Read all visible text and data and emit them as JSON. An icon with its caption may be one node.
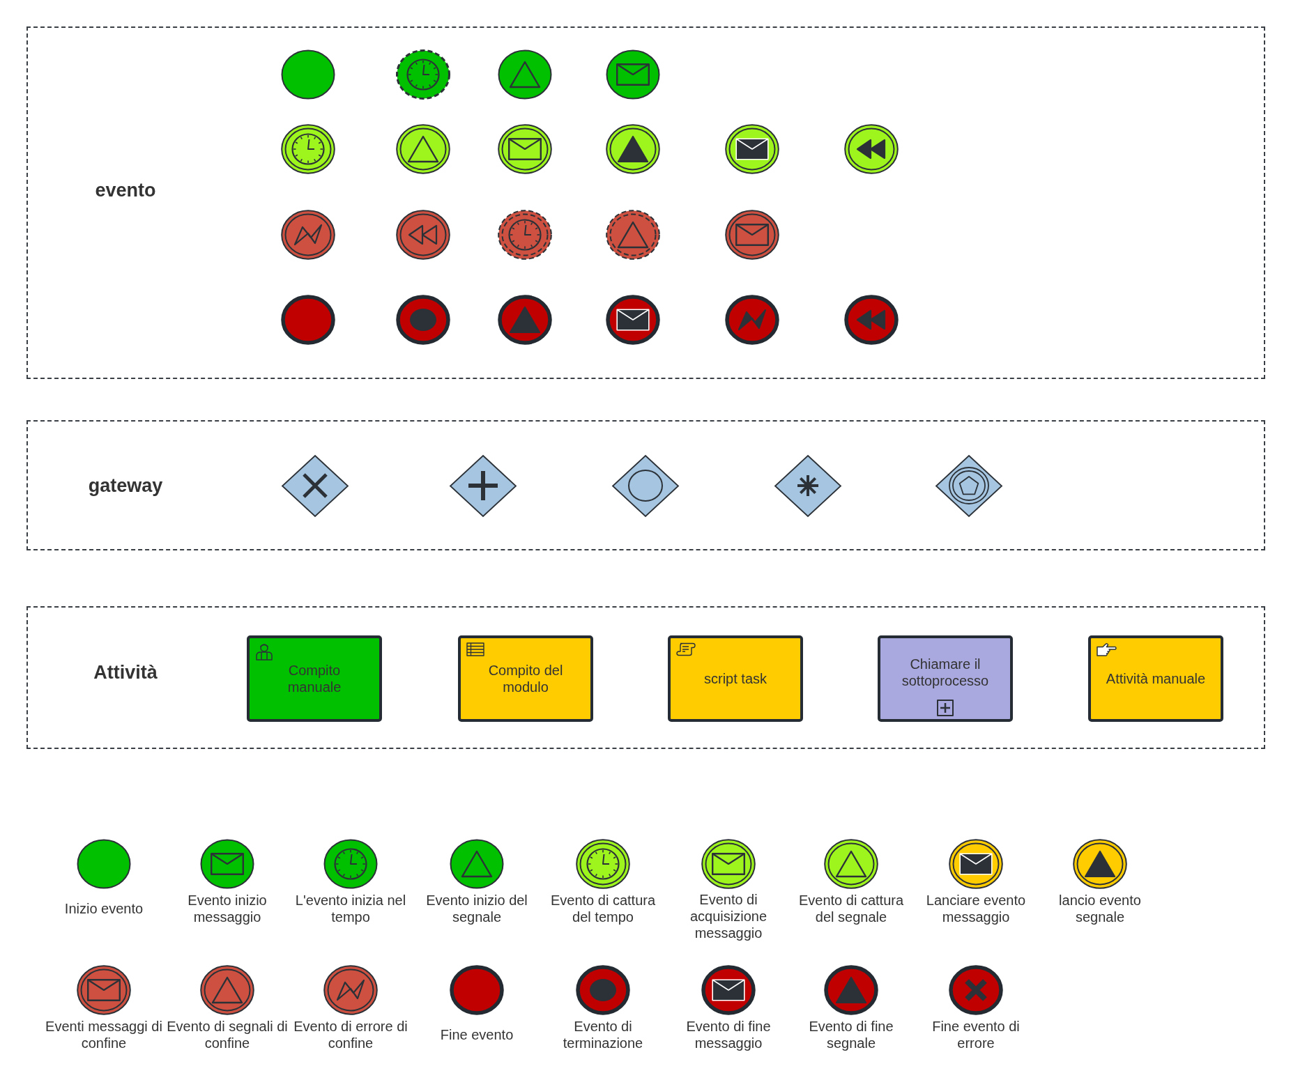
{
  "diagram": {
    "nodes": [
      {
        "text": [
          "evento"
        ]
      },
      {
        "text": [],
        "shape": "circle",
        "in": 0
      },
      {
        "text": [],
        "shape": "circle",
        "in": 0
      },
      {
        "text": [],
        "shape": "circle",
        "in": 0
      },
      {
        "text": [],
        "shape": "circle",
        "in": 0
      },
      {
        "text": [],
        "shape": "circle",
        "in": 0
      },
      {
        "text": [],
        "shape": "circle",
        "in": 0
      },
      {
        "text": [],
        "shape": "circle",
        "in": 0
      },
      {
        "text": [],
        "shape": "circle",
        "in": 0
      },
      {
        "text": [],
        "shape": "circle",
        "in": 0
      },
      {
        "text": [],
        "shape": "circle",
        "in": 0
      },
      {
        "text": [],
        "shape": "circle",
        "in": 0
      },
      {
        "text": [],
        "shape": "circle",
        "in": 0
      },
      {
        "text": [],
        "shape": "circle",
        "in": 0
      },
      {
        "text": [],
        "shape": "circle",
        "in": 0
      },
      {
        "text": [],
        "shape": "circle",
        "in": 0
      },
      {
        "text": [],
        "shape": "circle",
        "in": 0
      },
      {
        "text": [],
        "shape": "circle",
        "in": 0
      },
      {
        "text": [],
        "shape": "circle",
        "in": 0
      },
      {
        "text": [],
        "shape": "circle",
        "in": 0
      },
      {
        "text": [],
        "shape": "circle",
        "in": 0
      },
      {
        "text": [],
        "shape": "circle",
        "in": 0
      },
      {
        "text": [
          "gateway"
        ]
      },
      {
        "text": [],
        "shape": "diamond",
        "in": 22
      },
      {
        "text": [],
        "shape": "diamond",
        "in": 22
      },
      {
        "text": [],
        "shape": "diamond",
        "in": 22
      },
      {
        "text": [],
        "shape": "diamond",
        "in": 22
      },
      {
        "text": [],
        "shape": "diamond",
        "in": 22
      },
      {
        "text": [
          "Attività"
        ]
      },
      {
        "text": [
          "Compito manuale"
        ],
        "in": 28
      },
      {
        "text": [
          "Compito del modulo"
        ],
        "in": 28
      },
      {
        "text": [
          "script task"
        ],
        "in": 28
      },
      {
        "text": [
          "Chiamare il sottoprocesso"
        ],
        "in": 28
      },
      {
        "text": [
          "Attività manuale"
        ],
        "in": 28
      },
      {
        "text": [],
        "shape": "circle",
        "beside": [
          "Inizio evento"
        ]
      },
      {
        "text": [],
        "shape": "circle",
        "beside": [
          "Evento inizio messaggio"
        ]
      },
      {
        "text": [],
        "shape": "circle",
        "beside": [
          "L'evento inizia nel tempo"
        ]
      },
      {
        "text": [],
        "shape": "circle",
        "beside": [
          "Evento inizio del segnale"
        ]
      },
      {
        "text": [],
        "shape": "circle",
        "beside": [
          "Evento di cattura del tempo"
        ]
      },
      {
        "text": [],
        "shape": "circle",
        "beside": [
          "Evento di acquisizione messaggio"
        ]
      },
      {
        "text": [],
        "shape": "circle",
        "beside": [
          "Evento di cattura del segnale"
        ]
      },
      {
        "text": [],
        "shape": "circle",
        "beside": [
          "Lanciare evento messaggio"
        ]
      },
      {
        "text": [],
        "shape": "circle",
        "beside": [
          "lancio evento segnale"
        ]
      },
      {
        "text": [],
        "shape": "circle",
        "beside": [
          "Eventi messaggi di confine"
        ]
      },
      {
        "text": [],
        "shape": "circle",
        "beside": [
          "Evento di segnali di confine"
        ]
      },
      {
        "text": [],
        "shape": "circle",
        "beside": [
          "Evento di errore di confine"
        ]
      },
      {
        "text": [],
        "shape": "circle",
        "beside": [
          "Fine evento"
        ]
      },
      {
        "text": [],
        "shape": "circle",
        "beside": [
          "Evento di terminazione"
        ]
      },
      {
        "text": [],
        "shape": "circle",
        "beside": [
          "Evento di fine messaggio"
        ]
      },
      {
        "text": [],
        "shape": "circle",
        "beside": [
          "Evento di fine segnale"
        ]
      },
      {
        "text": [],
        "shape": "circle",
        "beside": [
          "Fine evento di errore"
        ]
      }
    ]
  }
}
